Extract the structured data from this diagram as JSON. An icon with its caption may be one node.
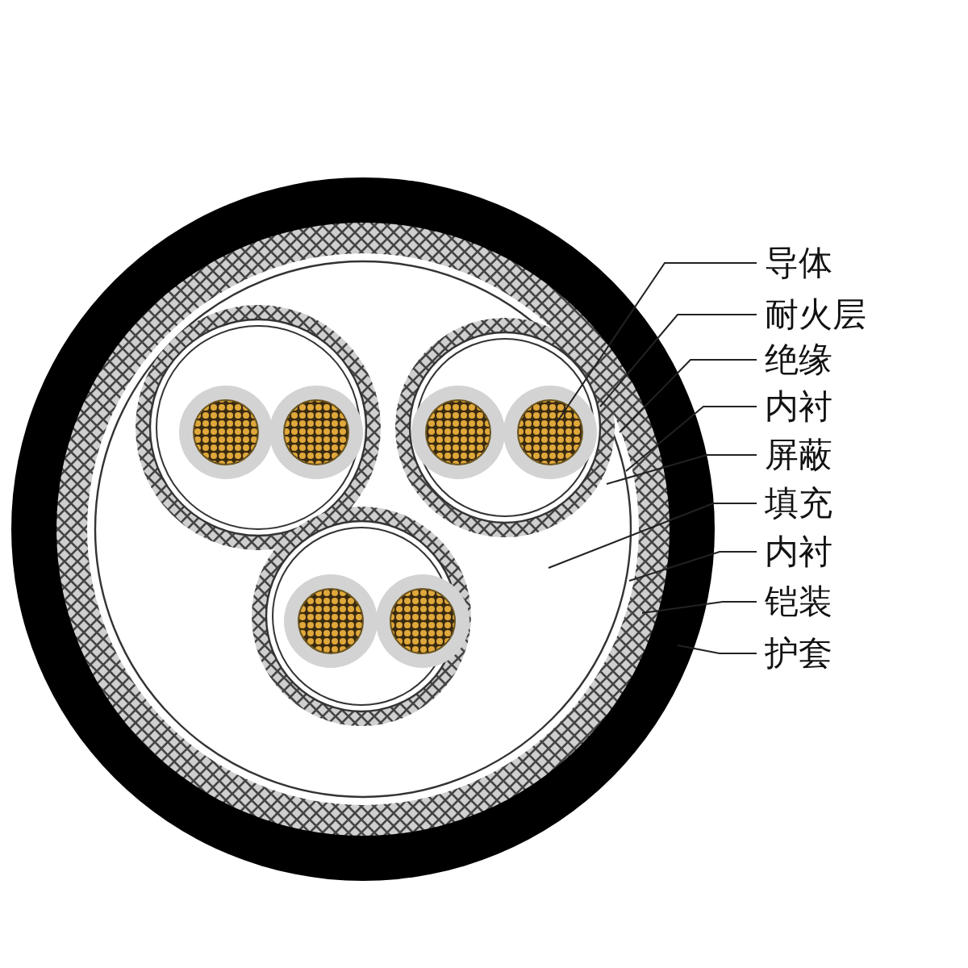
{
  "diagram": {
    "nodes": [
      {
        "text": [
          "导体"
        ]
      },
      {
        "text": [
          "耐火层"
        ]
      },
      {
        "text": [
          "绝缘"
        ]
      },
      {
        "text": [
          "内衬"
        ]
      },
      {
        "text": [
          "屏蔽"
        ]
      },
      {
        "text": [
          "填充"
        ]
      },
      {
        "text": [
          "内衬"
        ]
      },
      {
        "text": [
          "铠装"
        ]
      },
      {
        "text": [
          "护套"
        ]
      }
    ],
    "edges": [
      {
        "from": 0,
        "to": null,
        "arrow": "none"
      },
      {
        "from": 1,
        "to": null,
        "arrow": "none"
      },
      {
        "from": 2,
        "to": null,
        "arrow": "none"
      },
      {
        "from": 3,
        "to": null,
        "arrow": "none"
      },
      {
        "from": 4,
        "to": null,
        "arrow": "none"
      },
      {
        "from": 5,
        "to": null,
        "arrow": "none"
      },
      {
        "from": 6,
        "to": null,
        "arrow": "none"
      },
      {
        "from": 7,
        "to": null,
        "arrow": "none"
      },
      {
        "from": 8,
        "to": null,
        "arrow": "none"
      }
    ]
  }
}
